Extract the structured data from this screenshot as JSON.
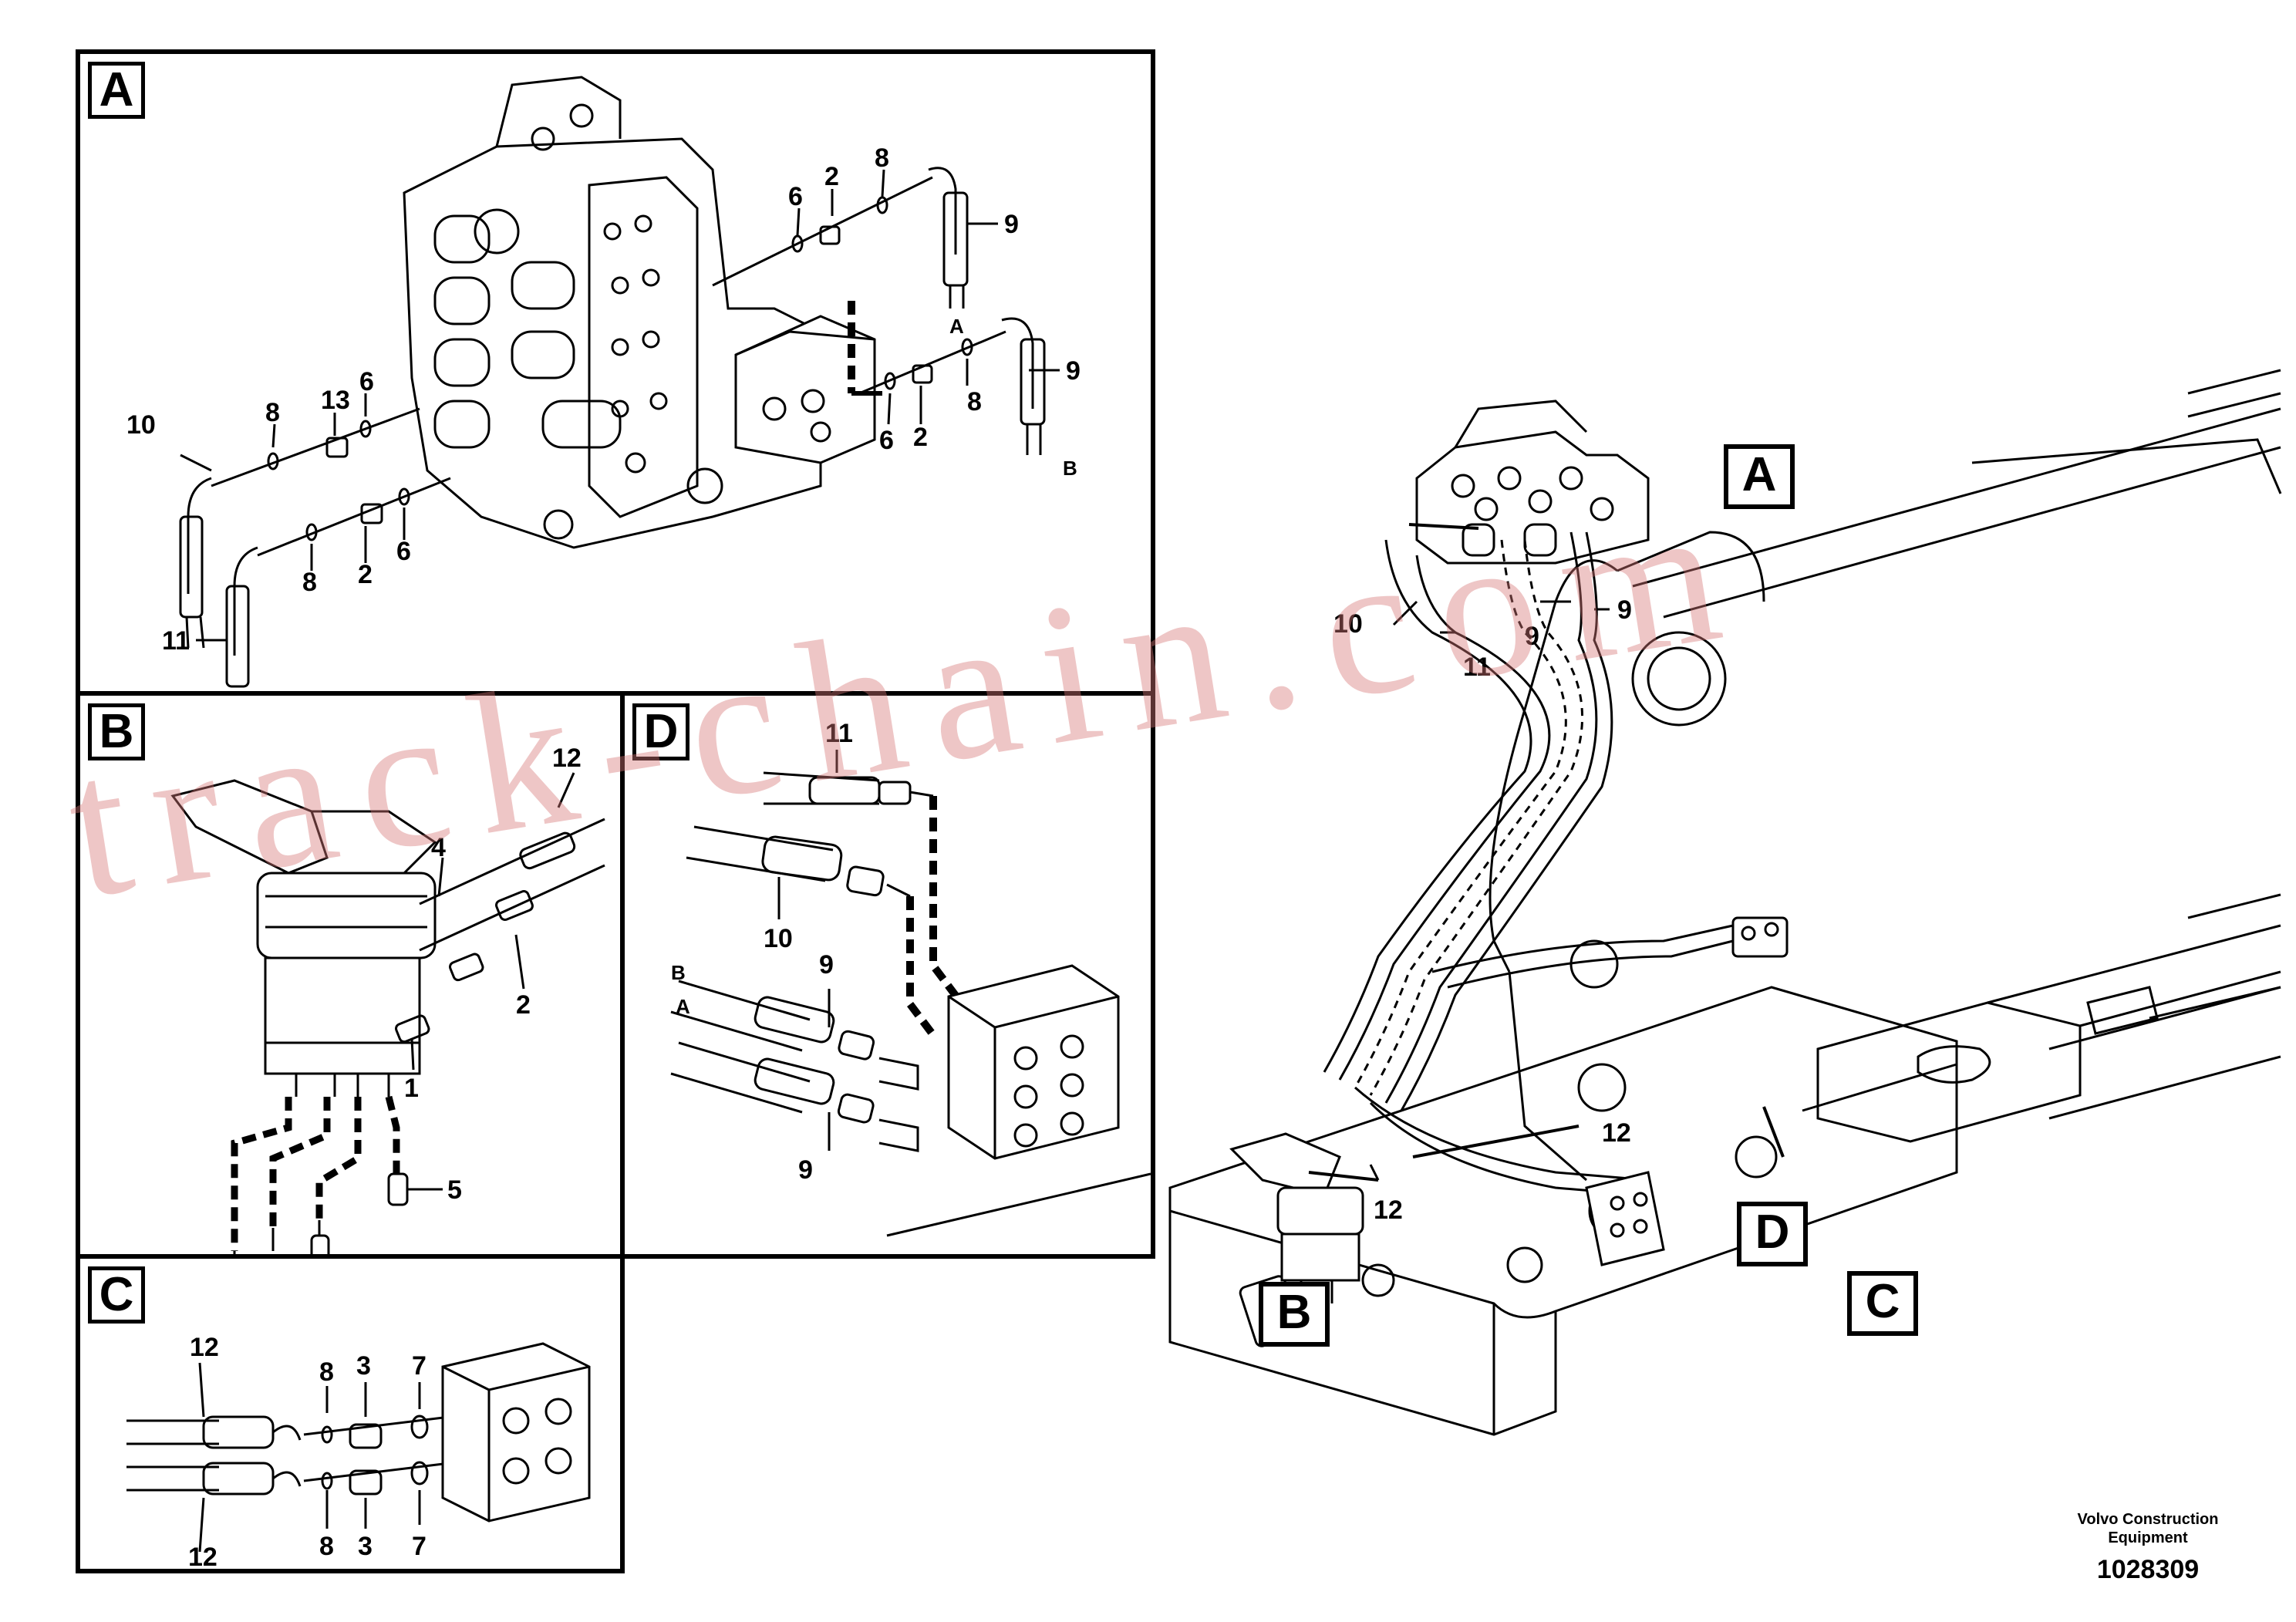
{
  "panels": {
    "A": {
      "tag": "A",
      "labels": [
        "6",
        "2",
        "8",
        "9",
        "A",
        "13",
        "6",
        "8",
        "10",
        "9",
        "8",
        "6",
        "2",
        "B",
        "8",
        "2",
        "6",
        "11"
      ]
    },
    "B": {
      "tag": "B",
      "labels": [
        "12",
        "4",
        "2",
        "1",
        "5"
      ]
    },
    "C": {
      "tag": "C",
      "labels": [
        "12",
        "8",
        "3",
        "7",
        "7",
        "3",
        "8",
        "12"
      ]
    },
    "D": {
      "tag": "D",
      "labels": [
        "11",
        "10",
        "9",
        "B",
        "A",
        "9"
      ]
    }
  },
  "main_view": {
    "callouts": [
      "A",
      "B",
      "C",
      "D"
    ],
    "labels": [
      "10",
      "11",
      "9",
      "9",
      "12",
      "12"
    ]
  },
  "footer": {
    "maker_line1": "Volvo Construction",
    "maker_line2": "Equipment",
    "drawing_number": "1028309"
  },
  "watermark": "track-chain.com",
  "colors": {
    "line": "#000000",
    "watermark": "#d67878",
    "background": "#ffffff"
  }
}
